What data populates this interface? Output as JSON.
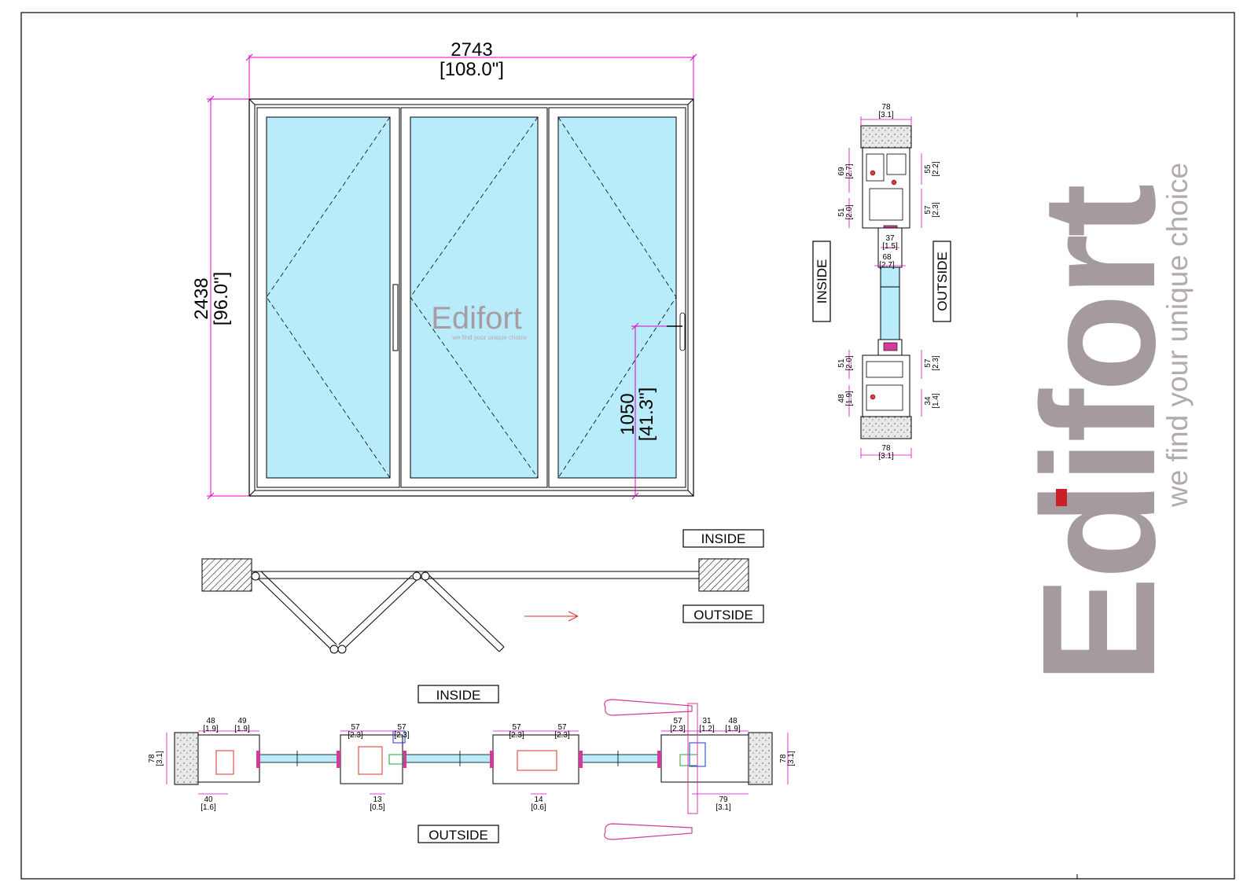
{
  "elevation": {
    "width_mm": "2743",
    "width_in": "[108.0\"]",
    "height_mm": "2438",
    "height_in": "[96.0\"]",
    "handle_height_mm": "1050",
    "handle_height_in": "[41.3\"]",
    "watermark_logo": "Edifort",
    "watermark_tagline": "we find your unique choice"
  },
  "plan_view": {
    "inside_label": "INSIDE",
    "outside_label": "OUTSIDE"
  },
  "vertical_section": {
    "inside_label": "INSIDE",
    "outside_label": "OUTSIDE",
    "top_width_mm": "78",
    "top_width_in": "[3.1]",
    "upper_left_mm": "69",
    "upper_left_in": "[2.7]",
    "upper_right_mm": "55",
    "upper_right_in": "[2.2]",
    "mid_left_mm": "51",
    "mid_left_in": "[2.0]",
    "mid_right_mm": "57",
    "mid_right_in": "[2.3]",
    "inner_mm": "37",
    "inner_in": "[1.5]",
    "sash_mm": "68",
    "sash_in": "[2.7]",
    "low_left_mm": "51",
    "low_left_in": "[2.0]",
    "low_right_mm": "57",
    "low_right_in": "[2.3]",
    "bottom_left_mm": "48",
    "bottom_left_in": "[1.9]",
    "bottom_right_mm": "34",
    "bottom_right_in": "[1.4]",
    "bottom_width_mm": "78",
    "bottom_width_in": "[3.1]"
  },
  "horizontal_section": {
    "inside_label": "INSIDE",
    "outside_label": "OUTSIDE",
    "dims_top": [
      {
        "mm": "48",
        "in": "[1.9]"
      },
      {
        "mm": "49",
        "in": "[1.9]"
      },
      {
        "mm": "57",
        "in": "[2.3]"
      },
      {
        "mm": "57",
        "in": "[2.3]"
      },
      {
        "mm": "57",
        "in": "[2.3]"
      },
      {
        "mm": "57",
        "in": "[2.3]"
      },
      {
        "mm": "57",
        "in": "[2.3]"
      },
      {
        "mm": "31",
        "in": "[1.2]"
      },
      {
        "mm": "48",
        "in": "[1.9]"
      }
    ],
    "dims_bottom": [
      {
        "mm": "40",
        "in": "[1.6]"
      },
      {
        "mm": "13",
        "in": "[0.5]"
      },
      {
        "mm": "14",
        "in": "[0.6]"
      },
      {
        "mm": "79",
        "in": "[3.1]"
      }
    ],
    "left_depth_mm": "78",
    "left_depth_in": "[3.1]",
    "right_depth_mm": "78",
    "right_depth_in": "[3.1]"
  },
  "brand": {
    "logo": "Edifort",
    "tagline": "we find your unique choice",
    "accent_color": "#cc1f2a",
    "logo_color": "#a59a9f"
  },
  "colors": {
    "glass": "#b8ecfa",
    "dimension": "#e000c8",
    "line": "#000000"
  }
}
